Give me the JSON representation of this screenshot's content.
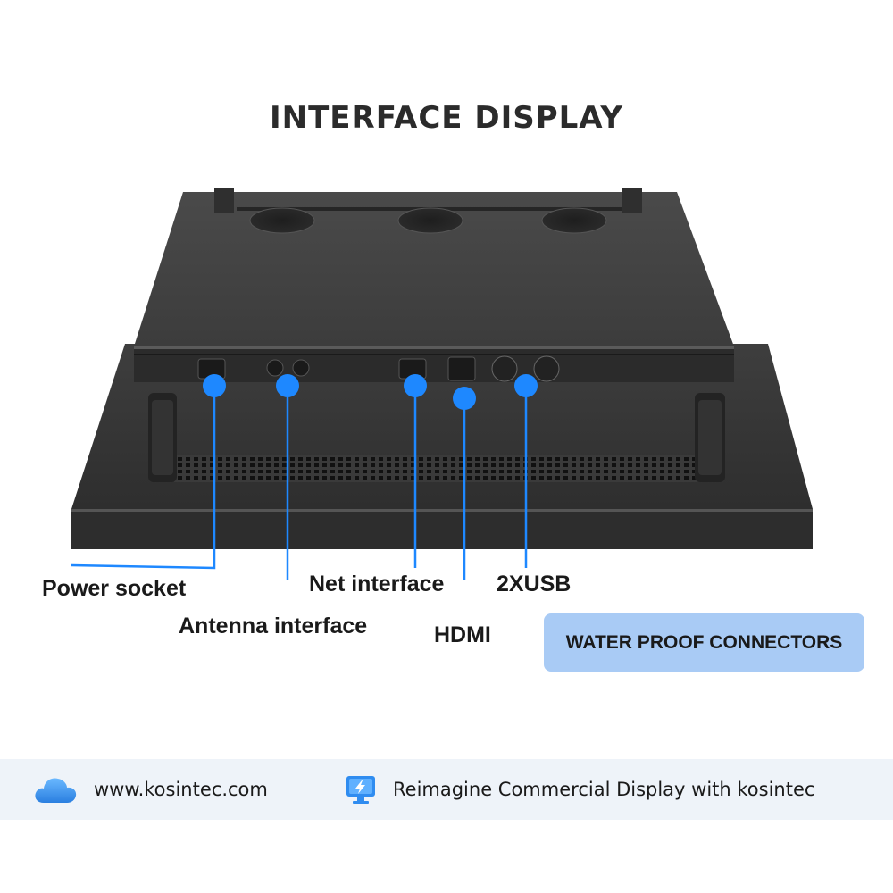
{
  "title": "INTERFACE DISPLAY",
  "callouts": [
    {
      "id": "power",
      "label": "Power socket"
    },
    {
      "id": "antenna",
      "label": "Antenna interface"
    },
    {
      "id": "net",
      "label": "Net interface"
    },
    {
      "id": "hdmi",
      "label": "HDMI"
    },
    {
      "id": "usb",
      "label": "2XUSB"
    }
  ],
  "badge": "WATER PROOF CONNECTORS",
  "footer": {
    "website": "www.kosintec.com",
    "slogan": "Reimagine Commercial Display with kosintec"
  },
  "colors": {
    "accent_blue": "#1e88ff",
    "badge_bg": "#a9cbf5",
    "chassis": "#3a3a3a",
    "footer_bg": "#eef3f9"
  },
  "icons": [
    "cloud-icon",
    "monitor-lightning-icon"
  ]
}
